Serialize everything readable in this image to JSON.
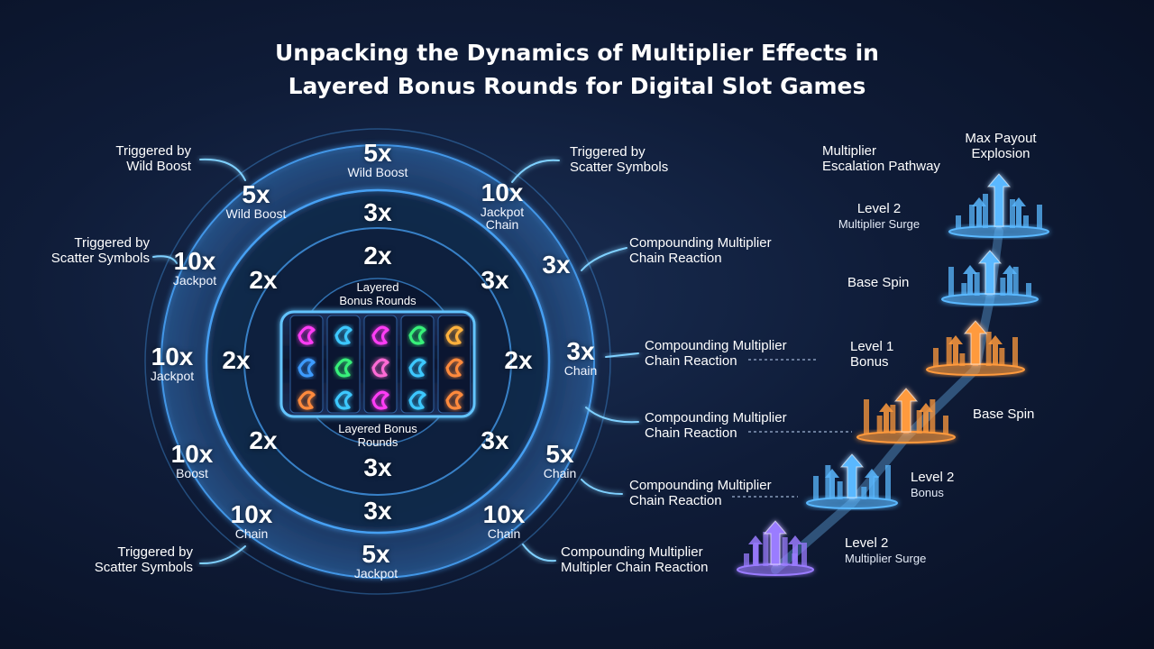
{
  "title": {
    "line1": "Unpacking the Dynamics of Multiplier Effects in",
    "line2": "Layered Bonus Rounds for Digital Slot Games"
  },
  "colors": {
    "background": "#0f1c38",
    "ring_glow": "#4aa8ff",
    "arrow_blue": "#5ab8ff",
    "arrow_orange": "#ff9a3c",
    "arrow_purple": "#9a7bff"
  },
  "center": {
    "top": [
      "Layered",
      "Bonus Rounds"
    ],
    "bottom": [
      "Layered Bonus",
      "Rounds"
    ]
  },
  "reel_symbol_colors": [
    [
      "#ff3df5",
      "#3cc8ff",
      "#ff3df5",
      "#38f07a",
      "#ffb13c"
    ],
    [
      "#3c9bff",
      "#38f07a",
      "#ff6bd5",
      "#3cc8ff",
      "#ff8a3c"
    ],
    [
      "#ff8a3c",
      "#3cc8ff",
      "#ff3df5",
      "#3cc8ff",
      "#ff8a3c"
    ]
  ],
  "ring_labels": [
    {
      "id": "top-outer",
      "mult": "5x",
      "sub": "Wild Boost"
    },
    {
      "id": "upper-left-outer",
      "mult": "5x",
      "sub": "Wild Boost"
    },
    {
      "id": "upper-right-outer",
      "mult": "10x",
      "sub": "Jackpot Chain"
    },
    {
      "id": "top-mid",
      "mult": "3x",
      "sub": ""
    },
    {
      "id": "top-inner",
      "mult": "2x",
      "sub": ""
    },
    {
      "id": "left-outer-a",
      "mult": "10x",
      "sub": "Jackpot"
    },
    {
      "id": "left-mid-a",
      "mult": "2x",
      "sub": ""
    },
    {
      "id": "right-mid-a",
      "mult": "3x",
      "sub": ""
    },
    {
      "id": "right-outer-a",
      "mult": "3x",
      "sub": ""
    },
    {
      "id": "left-outer-b",
      "mult": "10x",
      "sub": "Jackpot"
    },
    {
      "id": "left-inner-b",
      "mult": "2x",
      "sub": ""
    },
    {
      "id": "right-inner-b",
      "mult": "2x",
      "sub": ""
    },
    {
      "id": "right-outer-b",
      "mult": "3x",
      "sub": "Chain"
    },
    {
      "id": "left-outer-c",
      "mult": "10x",
      "sub": "Boost"
    },
    {
      "id": "left-mid-c",
      "mult": "2x",
      "sub": ""
    },
    {
      "id": "right-mid-c",
      "mult": "3x",
      "sub": ""
    },
    {
      "id": "right-outer-c",
      "mult": "5x",
      "sub": "Chain"
    },
    {
      "id": "bottom-inner",
      "mult": "3x",
      "sub": ""
    },
    {
      "id": "bottom-mid",
      "mult": "3x",
      "sub": ""
    },
    {
      "id": "lower-left-outer",
      "mult": "10x",
      "sub": "Chain"
    },
    {
      "id": "lower-right-outer",
      "mult": "10x",
      "sub": "Chain"
    },
    {
      "id": "bottom-outer",
      "mult": "5x",
      "sub": "Jackpot"
    }
  ],
  "triggers": [
    {
      "id": "trig-wild-top-left",
      "lines": [
        "Triggered by",
        "Wild Boost"
      ]
    },
    {
      "id": "trig-scatter-left",
      "lines": [
        "Triggered by",
        "Scatter Symbols"
      ]
    },
    {
      "id": "trig-scatter-bottom-left",
      "lines": [
        "Triggered by",
        "Scatter Symbols"
      ]
    },
    {
      "id": "trig-scatter-top-right",
      "lines": [
        "Triggered by",
        "Scatter Symbols"
      ]
    }
  ],
  "chain_labels": [
    {
      "id": "chain-1",
      "lines": [
        "Compounding Multiplier",
        "Chain Reaction"
      ]
    },
    {
      "id": "chain-2",
      "lines": [
        "Compounding Multiplier",
        "Chain Reaction"
      ]
    },
    {
      "id": "chain-3",
      "lines": [
        "Compounding Multiplier",
        "Chain Reaction"
      ]
    },
    {
      "id": "chain-4",
      "lines": [
        "Compounding Multiplier",
        "Chain Reaction"
      ]
    },
    {
      "id": "chain-5",
      "lines": [
        "Compounding Multiplier",
        "Multipler Chain Reaction"
      ]
    }
  ],
  "pathway": {
    "header": [
      "Multiplier",
      "Escalation Pathway"
    ],
    "top": [
      "Max Payout",
      "Explosion"
    ],
    "steps": [
      {
        "id": "step-level2-surge-top",
        "name": "Level 2",
        "sub": "Multiplier Surge",
        "color": "#5ab8ff"
      },
      {
        "id": "step-base-spin-top",
        "name": "Base Spin",
        "sub": "",
        "color": "#5ab8ff"
      },
      {
        "id": "step-level1-bonus",
        "name": "Level 1",
        "sub": "Bonus",
        "color": "#ff9a3c"
      },
      {
        "id": "step-base-spin-mid",
        "name": "Base Spin",
        "sub": "",
        "color": "#ff9a3c"
      },
      {
        "id": "step-level2-bonus",
        "name": "Level 2",
        "sub": "Bonus",
        "color": "#5ab8ff"
      },
      {
        "id": "step-level2-surge-bottom",
        "name": "Level 2",
        "sub": "Multiplier Surge",
        "color": "#9a7bff"
      }
    ]
  }
}
